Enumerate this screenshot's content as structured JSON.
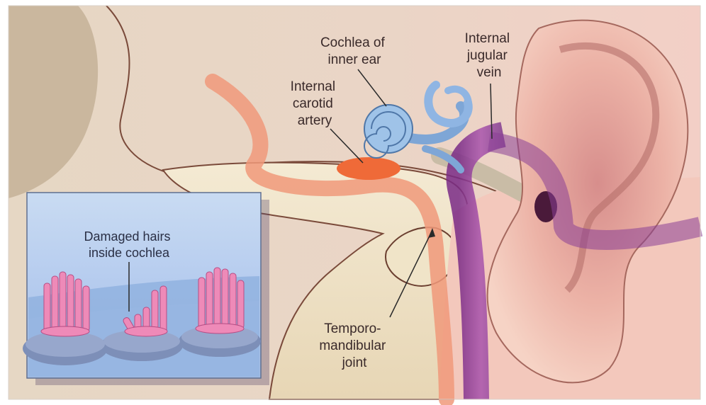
{
  "labels": {
    "cochlea": [
      "Cochlea of",
      "inner ear"
    ],
    "jugular": [
      "Internal",
      "jugular",
      "vein"
    ],
    "carotid": [
      "Internal",
      "carotid",
      "artery"
    ],
    "tmj": [
      "Temporo-",
      "mandibular",
      "joint"
    ],
    "inset": [
      "Damaged hairs",
      "inside cochlea"
    ]
  },
  "colors": {
    "skull": "#e9d9bf",
    "skin": "#f2c9b8",
    "ear": "#e7a8a0",
    "carotid": "#f09a7a",
    "jugular": "#9a3f9a",
    "cochlea": "#9fc3e8",
    "inset_bg_top": "#bcd2ee",
    "inset_bg_bottom": "#a9c3e6",
    "hair": "#ee8ab8"
  },
  "icons": [
    "cochlea-icon",
    "ear-icon",
    "skull-icon",
    "hair-cell-icon"
  ]
}
